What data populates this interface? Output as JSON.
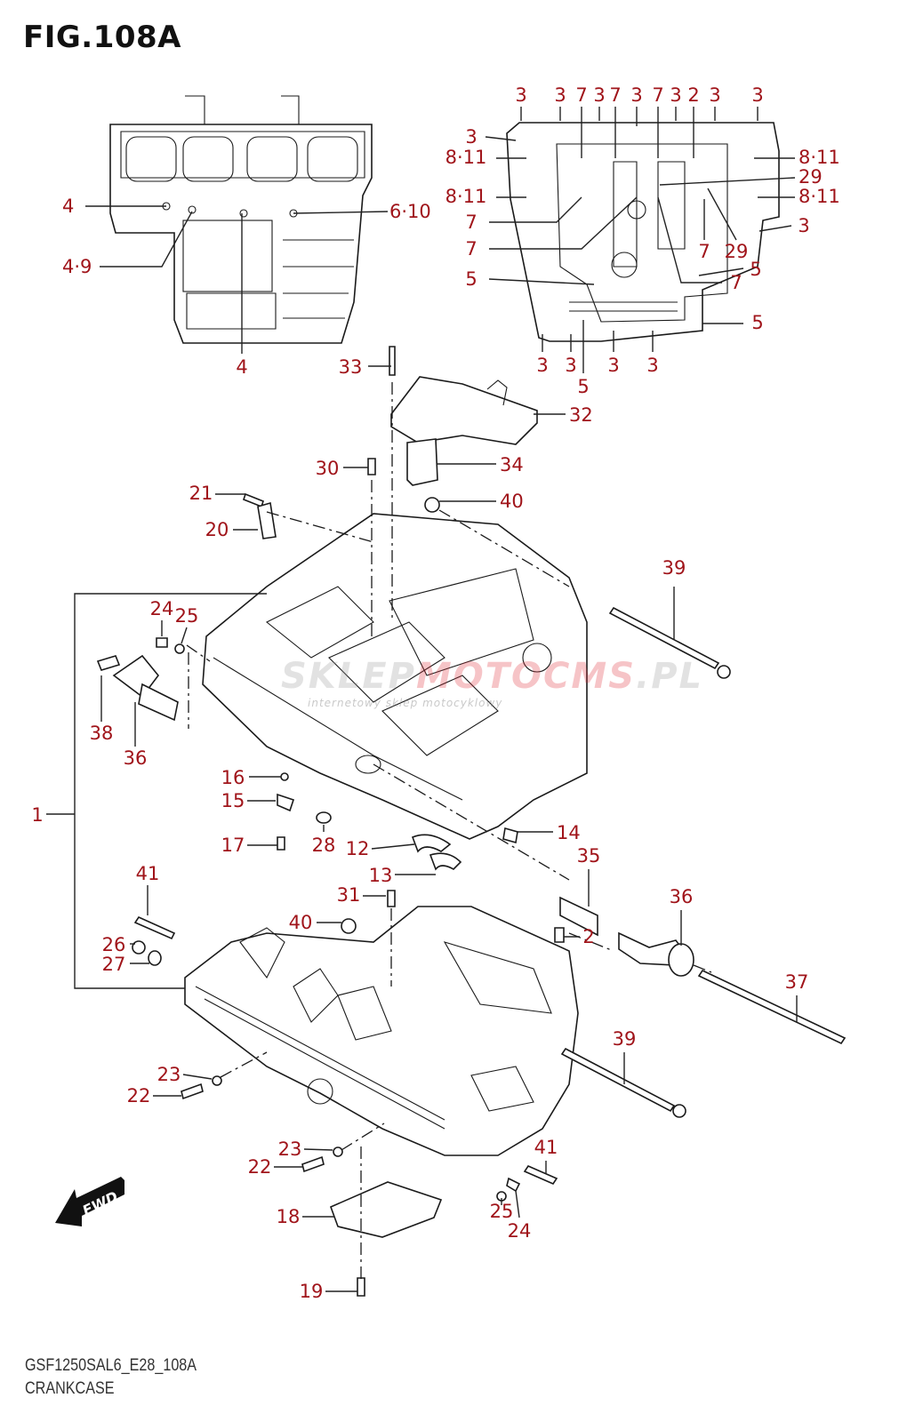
{
  "figure": {
    "title": "FIG.108A",
    "code": "GSF1250SAL6_E28_108A",
    "name": "CRANKCASE"
  },
  "watermark": {
    "brand_part1": "SKLEP",
    "brand_part2": "MOTO",
    "brand_part3": "CMS",
    "brand_tld": ".PL",
    "tagline": "internetowy sklep motocyklowy"
  },
  "fwd_badge": {
    "label": "FWD",
    "icon": "forward-arrow-icon"
  },
  "colors": {
    "callout": "#a0141a",
    "line": "#1a1a1a"
  },
  "callouts": {
    "top_left_view": [
      "4",
      "4·9",
      "6·10",
      "4"
    ],
    "top_right_view": [
      "3",
      "3",
      "7",
      "3",
      "7",
      "3",
      "7",
      "3",
      "2",
      "3",
      "3",
      "3",
      "8·11",
      "8·11",
      "29",
      "8·11",
      "8·11",
      "7",
      "7",
      "3",
      "7",
      "29",
      "5",
      "5",
      "7",
      "5",
      "3",
      "3",
      "3",
      "3",
      "5"
    ],
    "main_view": [
      "33",
      "32",
      "30",
      "34",
      "21",
      "40",
      "20",
      "39",
      "24",
      "25",
      "1",
      "38",
      "36",
      "16",
      "15",
      "17",
      "28",
      "14",
      "12",
      "35",
      "13",
      "41",
      "31",
      "40",
      "2",
      "36",
      "26",
      "27",
      "37",
      "39",
      "23",
      "22",
      "23",
      "22",
      "41",
      "18",
      "25",
      "24",
      "19"
    ]
  }
}
